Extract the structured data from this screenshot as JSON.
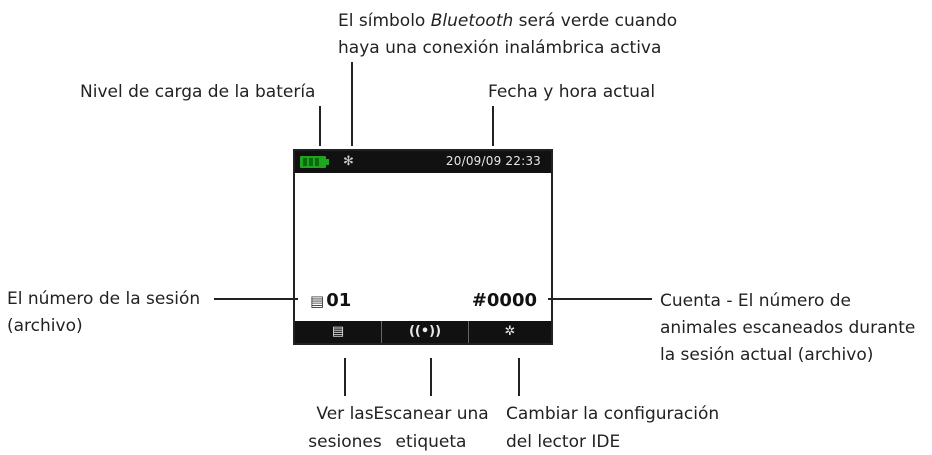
{
  "annotations": {
    "bluetooth_line1_pre": "El símbolo ",
    "bluetooth_line1_italic": "Bluetooth",
    "bluetooth_line1_post": " será verde cuando",
    "bluetooth_line2": "haya una conexión inalámbrica activa",
    "battery": "Nivel de carga de la batería",
    "datetime": "Fecha y hora actual",
    "session_line1": "El número de la sesión",
    "session_line2": "(archivo)",
    "count_line1": "Cuenta - El número de",
    "count_line2": "animales escaneados durante",
    "count_line3": "la sesión actual (archivo)",
    "view_line1": "Ver las",
    "view_line2": "sesiones",
    "scan_line1": "Escanear una",
    "scan_line2": "etiqueta",
    "config_line1": "Cambiar la configuración",
    "config_line2": "del lector IDE"
  },
  "screen": {
    "datetime": "20/09/09  22:33",
    "bluetooth_glyph": "✻",
    "session_icon": "▤",
    "session_number": "01",
    "count": "#0000",
    "softkeys": {
      "sessions_icon": "▤",
      "scan_icon": "((•))",
      "settings_icon": "✲"
    }
  },
  "colors": {
    "battery": "#1fa51f",
    "bars": "#111111"
  }
}
